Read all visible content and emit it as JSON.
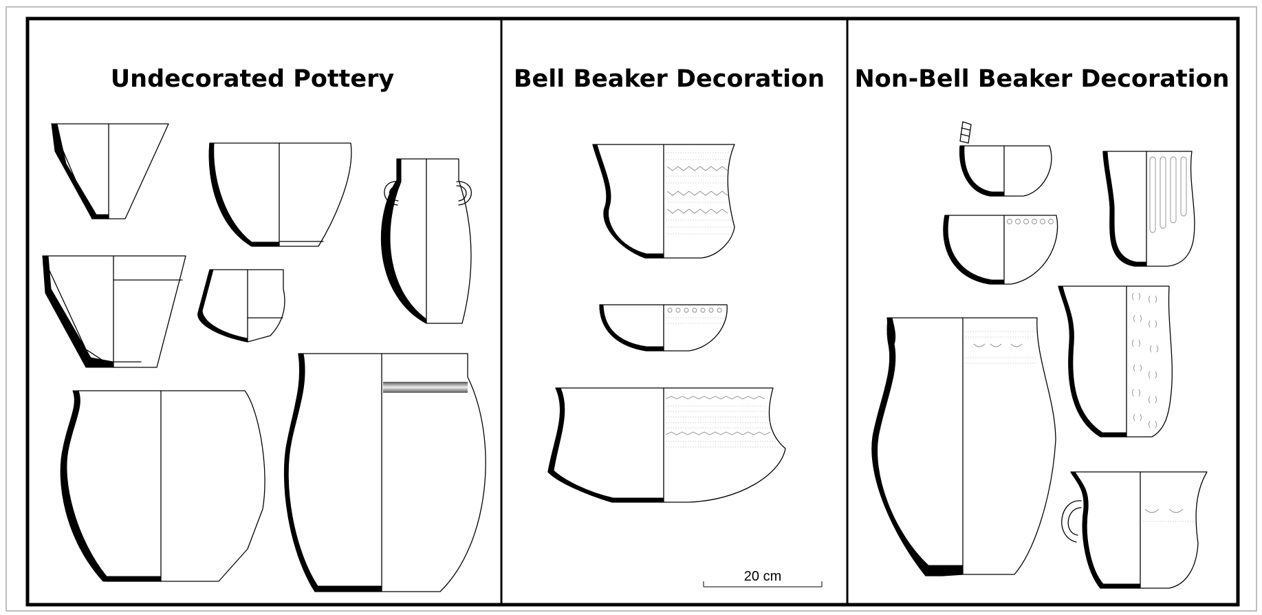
{
  "panels": [
    {
      "title": "Undecorated Pottery"
    },
    {
      "title": "Bell Beaker Decoration"
    },
    {
      "title": "Non-Bell Beaker Decoration"
    }
  ],
  "scale_bar": {
    "label": "20 cm"
  },
  "colors": {
    "ink": "#000000",
    "background": "#ffffff",
    "decoration": "#8a8a8a",
    "outer_frame": "#bdbdbd"
  }
}
